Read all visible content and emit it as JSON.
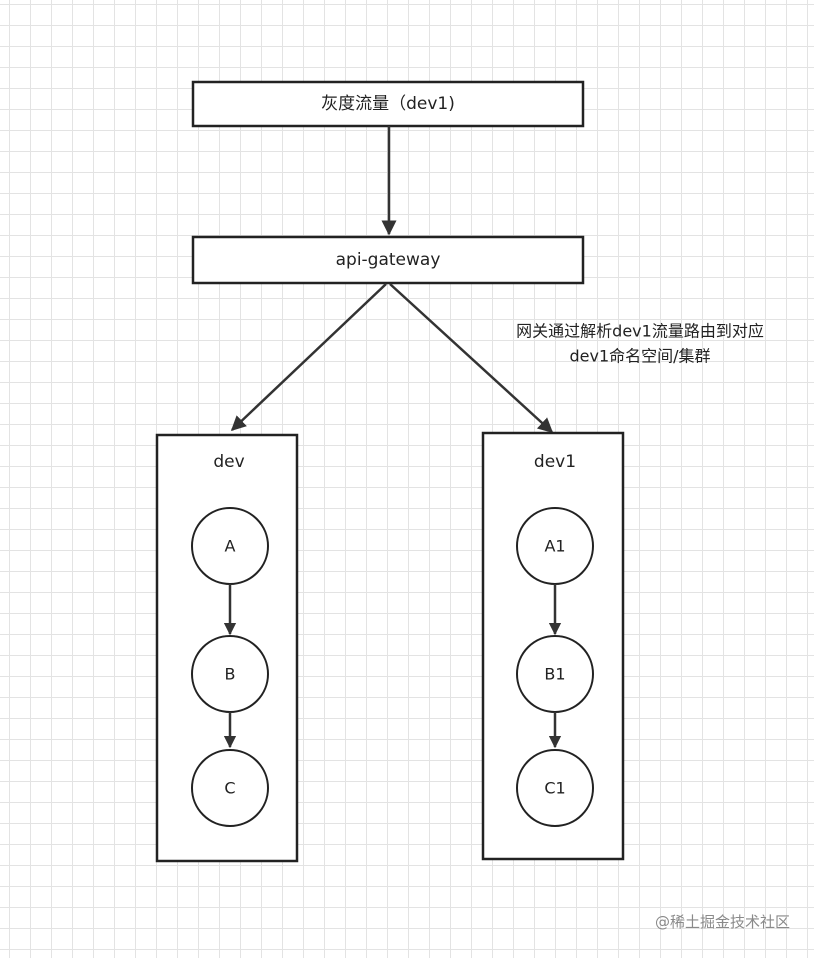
{
  "nodes": {
    "top_box": "灰度流量（dev1)",
    "gateway_box": "api-gateway",
    "left_group": "dev",
    "right_group": "dev1",
    "left_services": [
      "A",
      "B",
      "C"
    ],
    "right_services": [
      "A1",
      "B1",
      "C1"
    ]
  },
  "annotation": {
    "line1": "网关通过解析dev1流量路由到对应",
    "line2": "dev1命名空间/集群"
  },
  "watermark": "@稀土掘金技术社区",
  "colors": {
    "stroke": "#222222",
    "arrow": "#333333",
    "grid": "#e3e3e3",
    "watermark": "#8a8a8a"
  }
}
